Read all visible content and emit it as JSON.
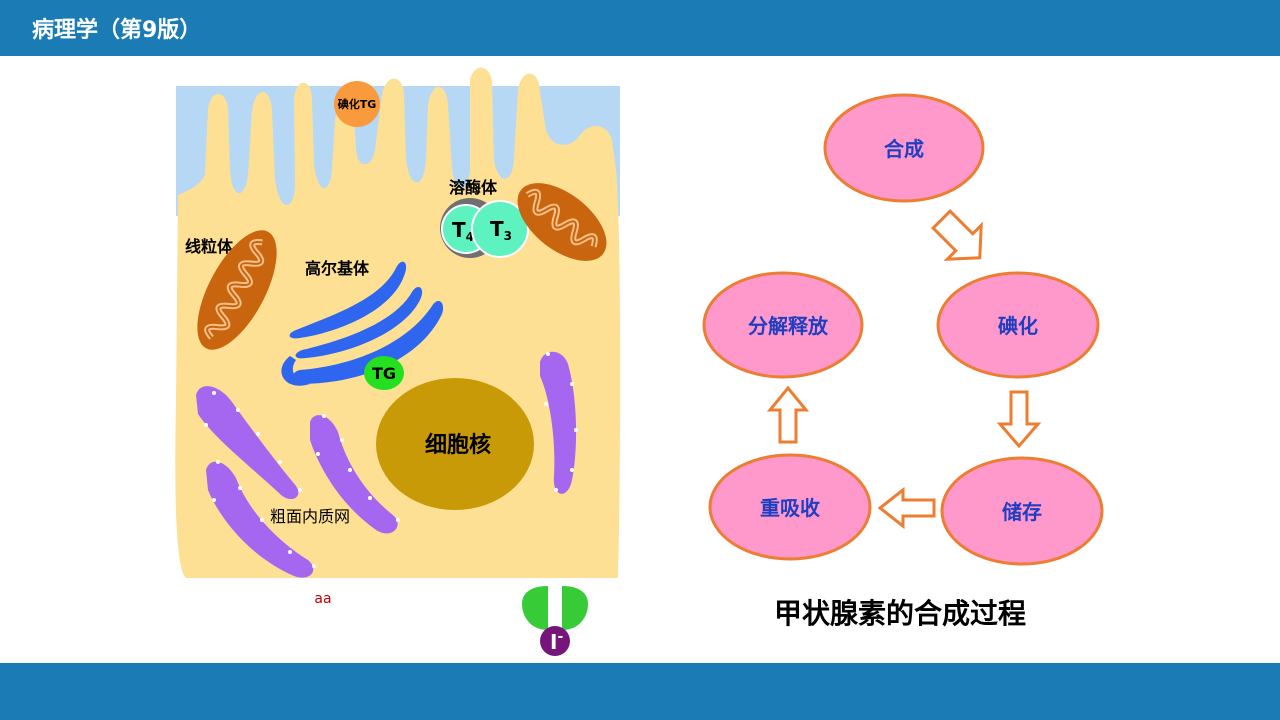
{
  "header": {
    "title": "病理学（第9版）"
  },
  "cell": {
    "iodinated_tg": "碘化TG",
    "lysosome": "溶酶体",
    "t4_main": "T",
    "t4_sub": "4",
    "t3_main": "T",
    "t3_sub": "3",
    "mitochondria": "线粒体",
    "golgi": "高尔基体",
    "tg": "TG",
    "nucleus": "细胞核",
    "rough_er": "粗面内质网",
    "amino_acid": "aa",
    "iodide_main": "I",
    "iodide_sup": "-"
  },
  "cycle": {
    "synthesis": "合成",
    "iodination": "碘化",
    "storage": "储存",
    "reabsorption": "重吸收",
    "decomposition_release": "分解释放",
    "caption": "甲状腺素的合成过程"
  },
  "colors": {
    "bar": "#1a7bb5",
    "cytoplasm": "#fde093",
    "colloid": "#b7d8f5",
    "ellipse_fill": "#ff99cc",
    "ellipse_stroke": "#ed7d31",
    "node_text": "#1f3ec1"
  }
}
